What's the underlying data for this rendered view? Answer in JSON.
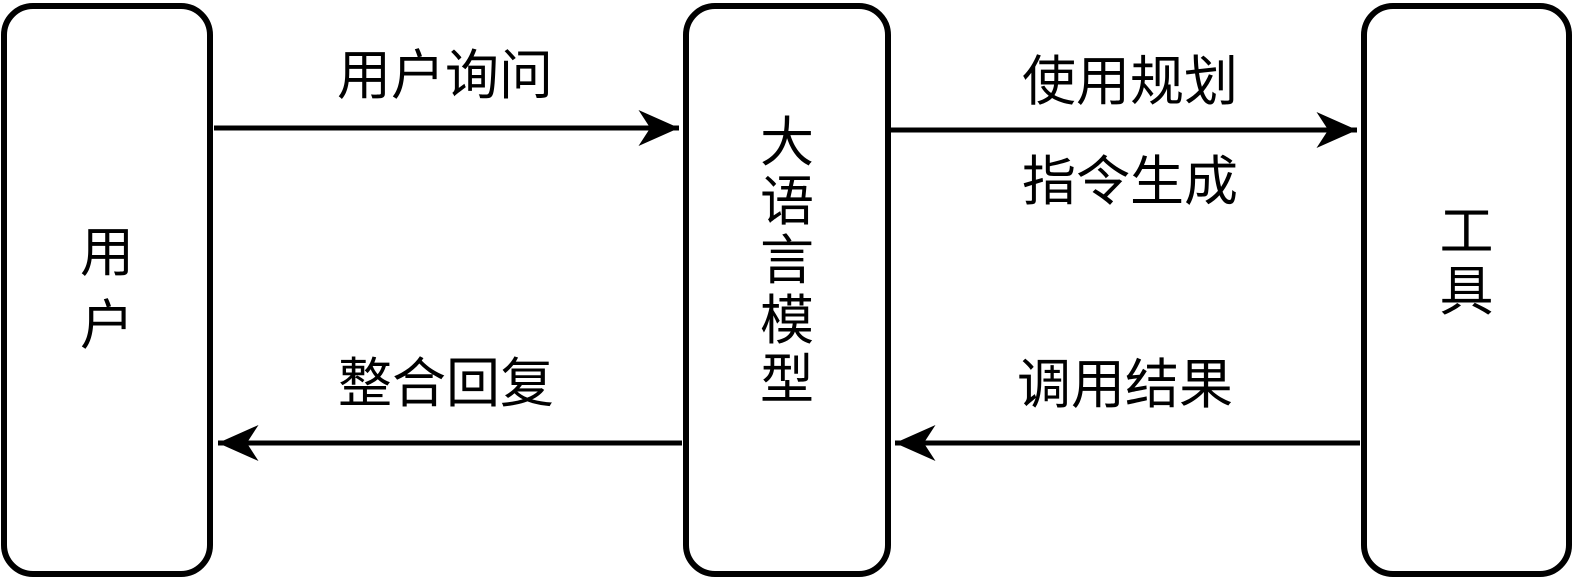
{
  "diagram": {
    "title": "llm-tool-use-flow",
    "colors": {
      "line": "#000000",
      "background": "#ffffff",
      "text": "#000000"
    },
    "nodes": {
      "user": {
        "label": "用户"
      },
      "llm": {
        "label": "大语言模型"
      },
      "tool": {
        "label": "工具"
      }
    },
    "edges": {
      "user_query": {
        "label": "用户询问",
        "from": "user",
        "to": "llm"
      },
      "usage_planning": {
        "label": "使用规划",
        "from": "llm",
        "to": "tool"
      },
      "instruction_generation": {
        "label": "指令生成",
        "from": "llm",
        "to": "tool"
      },
      "call_result": {
        "label": "调用结果",
        "from": "tool",
        "to": "llm"
      },
      "integrated_reply": {
        "label": "整合回复",
        "from": "llm",
        "to": "user"
      }
    }
  }
}
